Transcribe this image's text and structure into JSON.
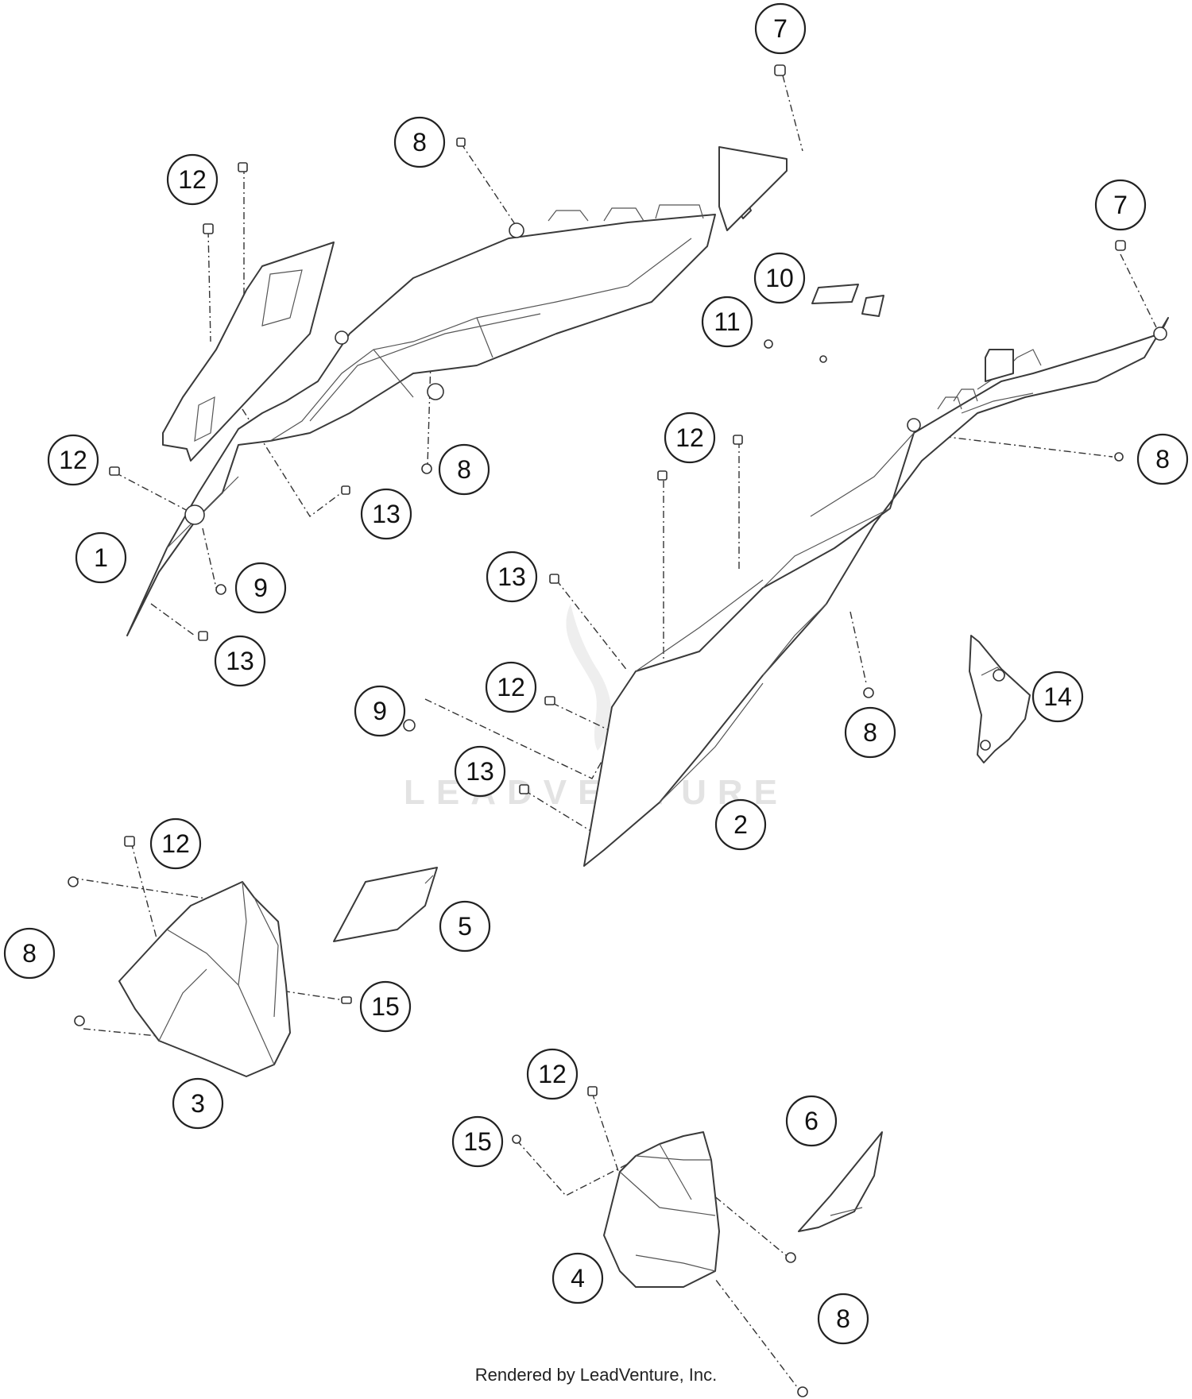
{
  "diagram": {
    "type": "exploded-parts-view",
    "callouts": [
      {
        "id": "c1",
        "label": "1"
      },
      {
        "id": "c2",
        "label": "2"
      },
      {
        "id": "c3",
        "label": "3"
      },
      {
        "id": "c4",
        "label": "4"
      },
      {
        "id": "c5",
        "label": "5"
      },
      {
        "id": "c6",
        "label": "6"
      },
      {
        "id": "c7a",
        "label": "7"
      },
      {
        "id": "c7b",
        "label": "7"
      },
      {
        "id": "c8a",
        "label": "8"
      },
      {
        "id": "c8b",
        "label": "8"
      },
      {
        "id": "c8c",
        "label": "8"
      },
      {
        "id": "c8d",
        "label": "8"
      },
      {
        "id": "c8e",
        "label": "8"
      },
      {
        "id": "c8f",
        "label": "8"
      },
      {
        "id": "c9a",
        "label": "9"
      },
      {
        "id": "c9b",
        "label": "9"
      },
      {
        "id": "c10",
        "label": "10"
      },
      {
        "id": "c11",
        "label": "11"
      },
      {
        "id": "c12a",
        "label": "12"
      },
      {
        "id": "c12b",
        "label": "12"
      },
      {
        "id": "c12c",
        "label": "12"
      },
      {
        "id": "c12d",
        "label": "12"
      },
      {
        "id": "c12e",
        "label": "12"
      },
      {
        "id": "c12f",
        "label": "12"
      },
      {
        "id": "c13a",
        "label": "13"
      },
      {
        "id": "c13b",
        "label": "13"
      },
      {
        "id": "c13c",
        "label": "13"
      },
      {
        "id": "c13d",
        "label": "13"
      },
      {
        "id": "c14",
        "label": "14"
      },
      {
        "id": "c15a",
        "label": "15"
      },
      {
        "id": "c15b",
        "label": "15"
      }
    ],
    "watermark": "LEADVENTURE",
    "credit": "Rendered by LeadVenture, Inc."
  }
}
